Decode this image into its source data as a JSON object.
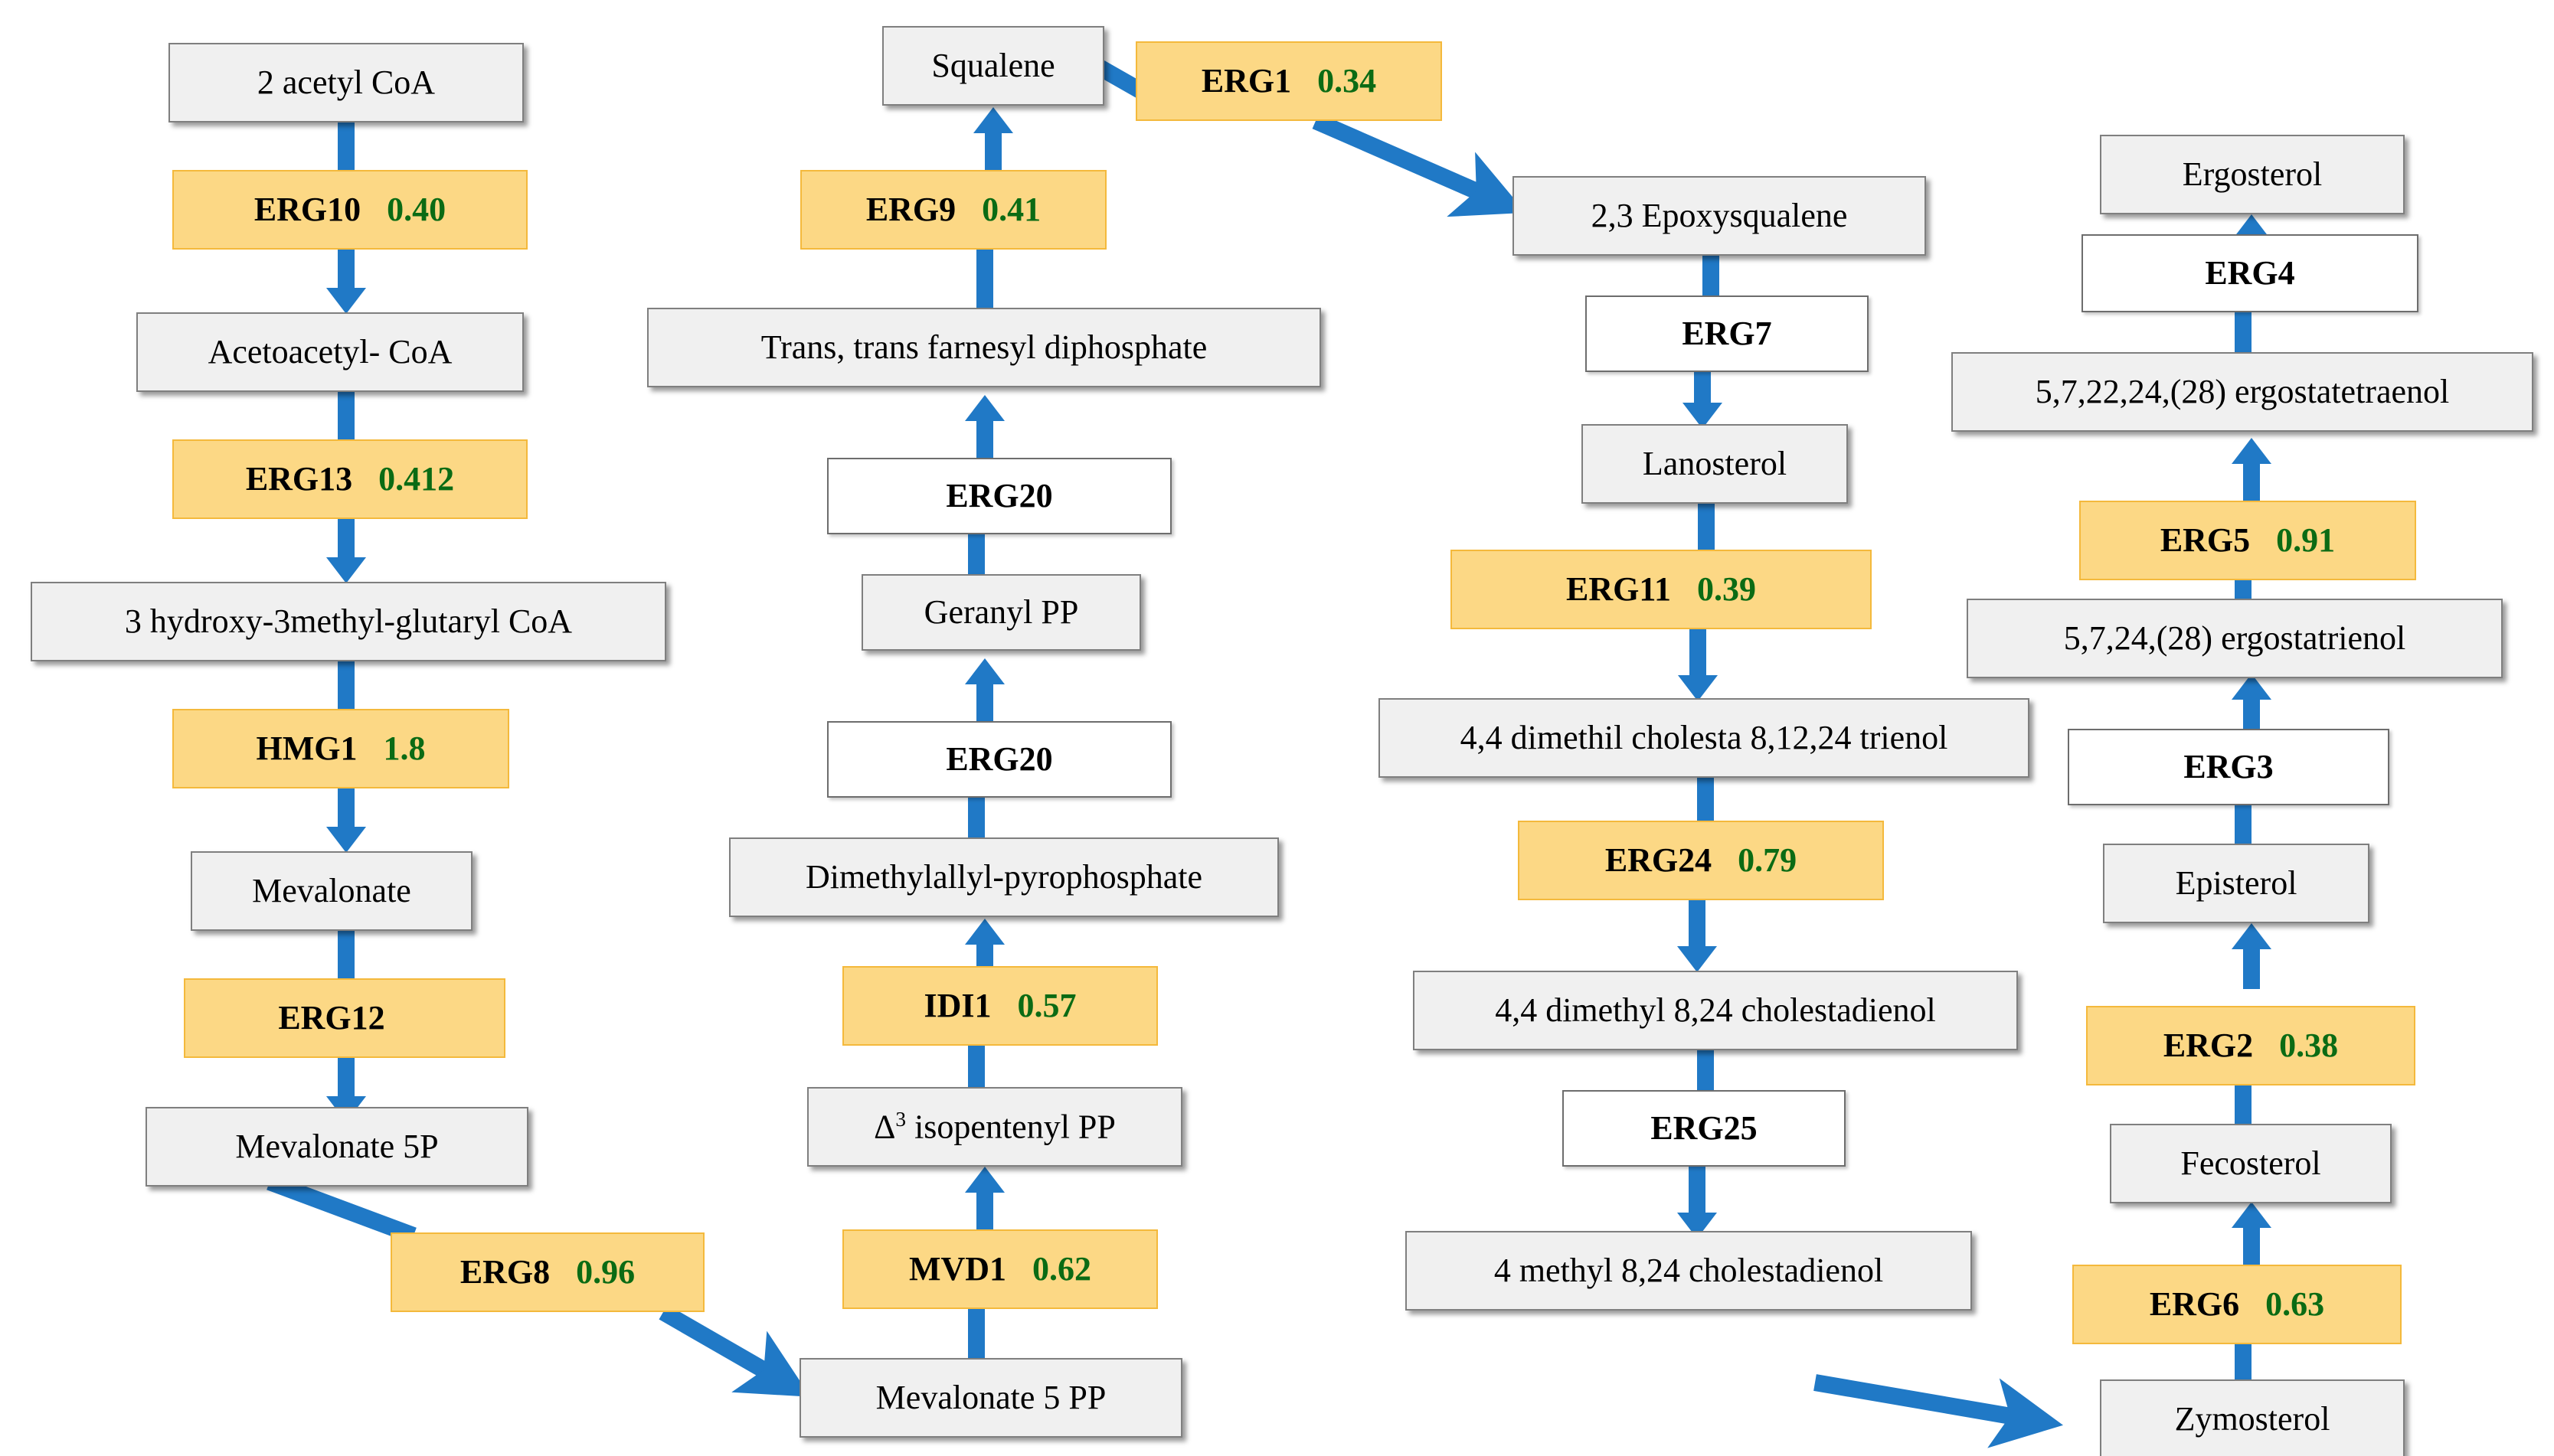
{
  "diagram": {
    "title": "Ergosterol biosynthesis pathway with gene expression values",
    "colors": {
      "metabolite_fill": "#f0f0f0",
      "metabolite_border": "#7f7f7f",
      "enzyme_fill": "#fcd885",
      "enzyme_border": "#f4b93c",
      "enzyme_plain_fill": "#ffffff",
      "arrow_blue": "#2079c6",
      "value_green": "#0b6b14",
      "text_black": "#000000"
    }
  },
  "column1": {
    "metabolites": [
      {
        "label": "2  acetyl CoA"
      },
      {
        "label": "Acetoacetyl- CoA"
      },
      {
        "label": "3 hydroxy-3methyl-glutaryl CoA"
      },
      {
        "label": "Mevalonate"
      },
      {
        "label": "Mevalonate 5P"
      }
    ],
    "enzymes": [
      {
        "name": "ERG10",
        "value": "0.40"
      },
      {
        "name": "ERG13",
        "value": "0.412"
      },
      {
        "name": "HMG1",
        "value": "1.8"
      },
      {
        "name": "ERG12",
        "value": ""
      },
      {
        "name": "ERG8",
        "value": "0.96"
      }
    ]
  },
  "column2": {
    "metabolites": [
      {
        "label": "Squalene"
      },
      {
        "label": "Trans, trans farnesyl diphosphate"
      },
      {
        "label": "Geranyl PP"
      },
      {
        "label": "Dimethylallyl-pyrophosphate"
      },
      {
        "label": "Δ³ isopentenyl PP"
      },
      {
        "label": "Mevalonate 5 PP"
      }
    ],
    "enzymes": [
      {
        "name": "ERG9",
        "value": "0.41"
      },
      {
        "name": "ERG20",
        "value": ""
      },
      {
        "name": "ERG20",
        "value": ""
      },
      {
        "name": "IDI1",
        "value": "0.57"
      },
      {
        "name": "MVD1",
        "value": "0.62"
      }
    ]
  },
  "column3": {
    "metabolites": [
      {
        "label": "2,3 Epoxysqualene"
      },
      {
        "label": "Lanosterol"
      },
      {
        "label": "4,4 dimethil cholesta 8,12,24 trienol"
      },
      {
        "label": "4,4 dimethyl 8,24 cholestadienol"
      },
      {
        "label": "4 methyl 8,24 cholestadienol"
      }
    ],
    "enzymes": [
      {
        "name": "ERG1",
        "value": "0.34"
      },
      {
        "name": "ERG7",
        "value": ""
      },
      {
        "name": "ERG11",
        "value": "0.39"
      },
      {
        "name": "ERG24",
        "value": "0.79"
      },
      {
        "name": "ERG25",
        "value": ""
      }
    ]
  },
  "column4": {
    "metabolites": [
      {
        "label": "Ergosterol"
      },
      {
        "label": "5,7,22,24,(28) ergostatetraenol"
      },
      {
        "label": "5,7,24,(28) ergostatrienol"
      },
      {
        "label": "Episterol"
      },
      {
        "label": "Fecosterol"
      },
      {
        "label": "Zymosterol"
      }
    ],
    "enzymes": [
      {
        "name": "ERG4",
        "value": ""
      },
      {
        "name": "ERG5",
        "value": "0.91"
      },
      {
        "name": "ERG3",
        "value": ""
      },
      {
        "name": "ERG2",
        "value": "0.38"
      },
      {
        "name": "ERG6",
        "value": "0.63"
      }
    ]
  }
}
